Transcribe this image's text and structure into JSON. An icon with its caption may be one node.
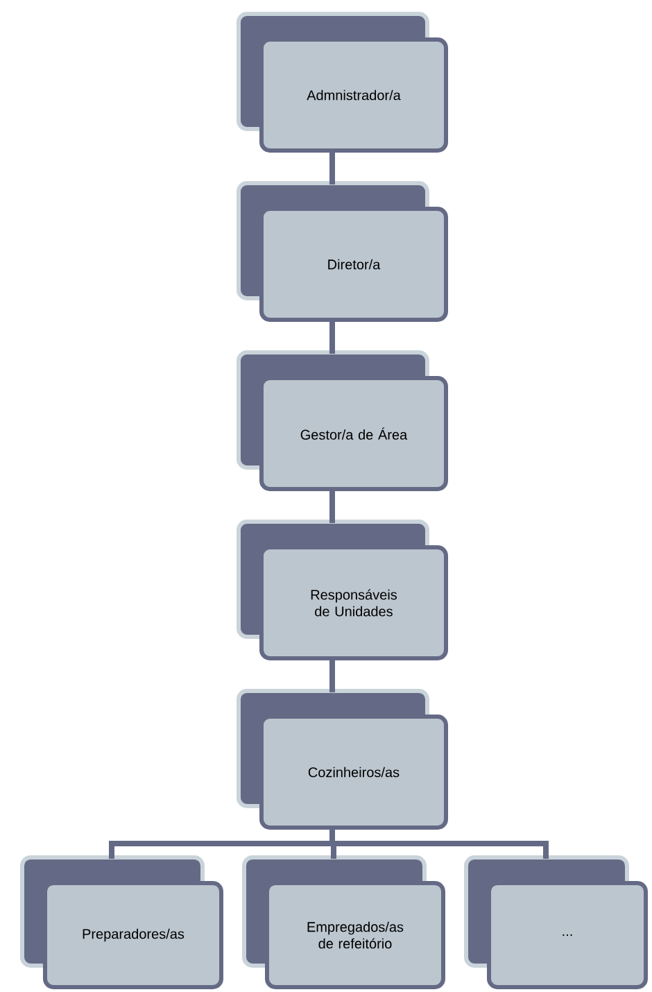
{
  "diagram": {
    "nodes": [
      {
        "text": [
          "Admnistrador/a"
        ]
      },
      {
        "text": [
          "Diretor/a"
        ]
      },
      {
        "text": [
          "Gestor/a de Área"
        ]
      },
      {
        "text": [
          "Responsáveis de Unidades"
        ]
      },
      {
        "text": [
          "Cozinheiros/as"
        ]
      },
      {
        "text": [
          "Preparadores/as"
        ]
      },
      {
        "text": [
          "Empregados/as de refeitório"
        ]
      },
      {
        "text": [
          "..."
        ]
      }
    ],
    "edges": [
      {
        "from": 0,
        "to": 1,
        "arrow": "none"
      },
      {
        "from": 1,
        "to": 2,
        "arrow": "none"
      },
      {
        "from": 2,
        "to": 3,
        "arrow": "none"
      },
      {
        "from": 3,
        "to": 4,
        "arrow": "none"
      },
      {
        "from": 4,
        "to": 5,
        "arrow": "none"
      },
      {
        "from": 4,
        "to": 6,
        "arrow": "none"
      },
      {
        "from": 4,
        "to": 7,
        "arrow": "none"
      }
    ]
  }
}
